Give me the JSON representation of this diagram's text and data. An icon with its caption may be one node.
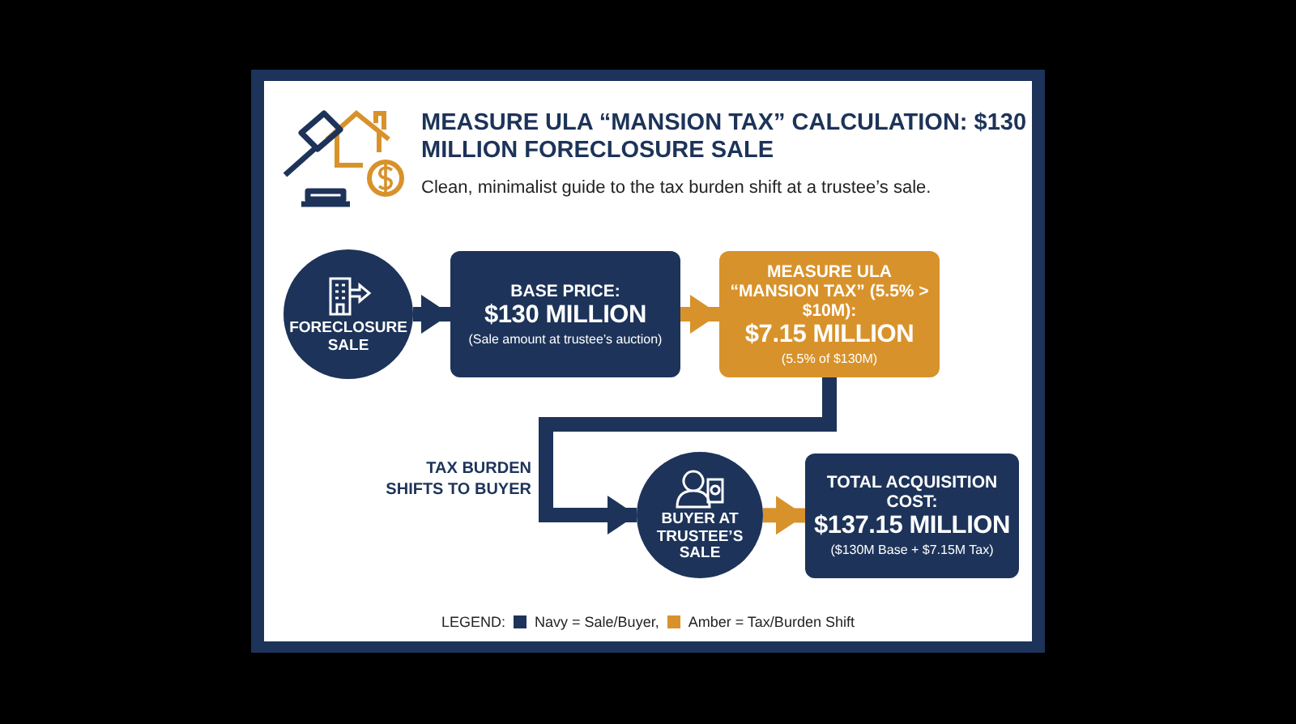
{
  "diagram": {
    "title": "MEASURE ULA “MANSION TAX” CALCULATION: $130 MILLION FORECLOSURE SALE",
    "nodes": [
      {
        "text": [
          "FORECLOSURE SALE"
        ]
      },
      {
        "text": [
          "BASE PRICE:",
          "$130 MILLION",
          "(Sale amount at trustee’s auction)"
        ]
      },
      {
        "text": [
          "MEASURE ULA “MANSION TAX” (5.5% > $10M):",
          "$7.15 MILLION",
          "(5.5% of $130M)"
        ]
      },
      {
        "text": [
          "BUYER AT TRUSTEE’S SALE"
        ]
      },
      {
        "text": [
          "TOTAL ACQUISITION COST:",
          "$137.15 MILLION",
          "($130M Base + $7.15M Tax)"
        ]
      }
    ],
    "edges": [
      {
        "from": 0,
        "to": 1,
        "arrow": "to"
      },
      {
        "from": 1,
        "to": 2,
        "arrow": "to",
        "color": "#d8922b"
      },
      {
        "from": 2,
        "to": 3,
        "arrow": "to",
        "label": "TAX BURDEN SHIFTS TO BUYER"
      },
      {
        "from": 3,
        "to": 4,
        "arrow": "to",
        "color": "#d8922b"
      }
    ],
    "labels": [
      "Clean, minimalist guide to the tax burden shift at a trustee’s sale.",
      "LEGEND:"
    ],
    "legend": [
      {
        "text": "Navy = Sale/Buyer,",
        "color": "#1d3359"
      },
      {
        "text": "Amber = Tax/Burden Shift",
        "color": "#d8922b"
      }
    ]
  }
}
